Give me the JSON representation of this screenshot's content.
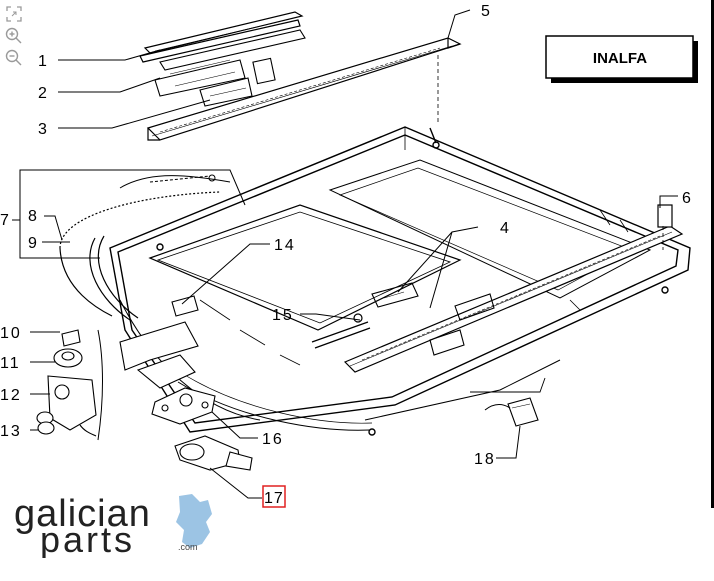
{
  "viewer": {
    "controls": [
      {
        "name": "fullscreen-icon",
        "label": ""
      },
      {
        "name": "zoom-in-icon",
        "label": ""
      },
      {
        "name": "zoom-out-icon",
        "label": ""
      }
    ]
  },
  "diagram": {
    "supplier_label": "INALFA",
    "callouts": [
      "1",
      "2",
      "3",
      "4",
      "5",
      "6",
      "7",
      "8",
      "9",
      "10",
      "11",
      "12",
      "13",
      "14",
      "15",
      "16",
      "17",
      "18"
    ],
    "highlighted_callout": "17",
    "highlight_color": "#e02020"
  },
  "brand": {
    "line1": "galician",
    "line2": "parts",
    "suffix": ".com",
    "logo_color": "#9cc4e4"
  }
}
